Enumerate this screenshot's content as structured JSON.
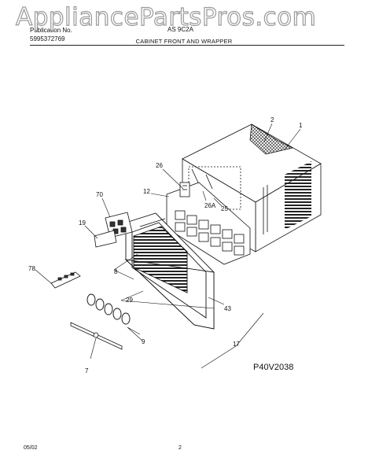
{
  "watermark": "AppliancePartsPros.com",
  "header": {
    "publication_line": "Publication No.",
    "publication_number": "5995372769",
    "model": "AS 9C2A",
    "section_title": "CABINET FRONT AND WRAPPER"
  },
  "callouts": {
    "c1": "1",
    "c2": "2",
    "c26": "26",
    "c12": "12",
    "c70": "70",
    "c26a": "26A",
    "c25": "25",
    "c19": "19",
    "c78": "78",
    "c8": "8",
    "c29": "29",
    "c43": "43",
    "c9": "9",
    "c17": "17",
    "c7": "7"
  },
  "figure_code": "P40V2038",
  "footer": {
    "date": "05/02",
    "page": "2"
  }
}
